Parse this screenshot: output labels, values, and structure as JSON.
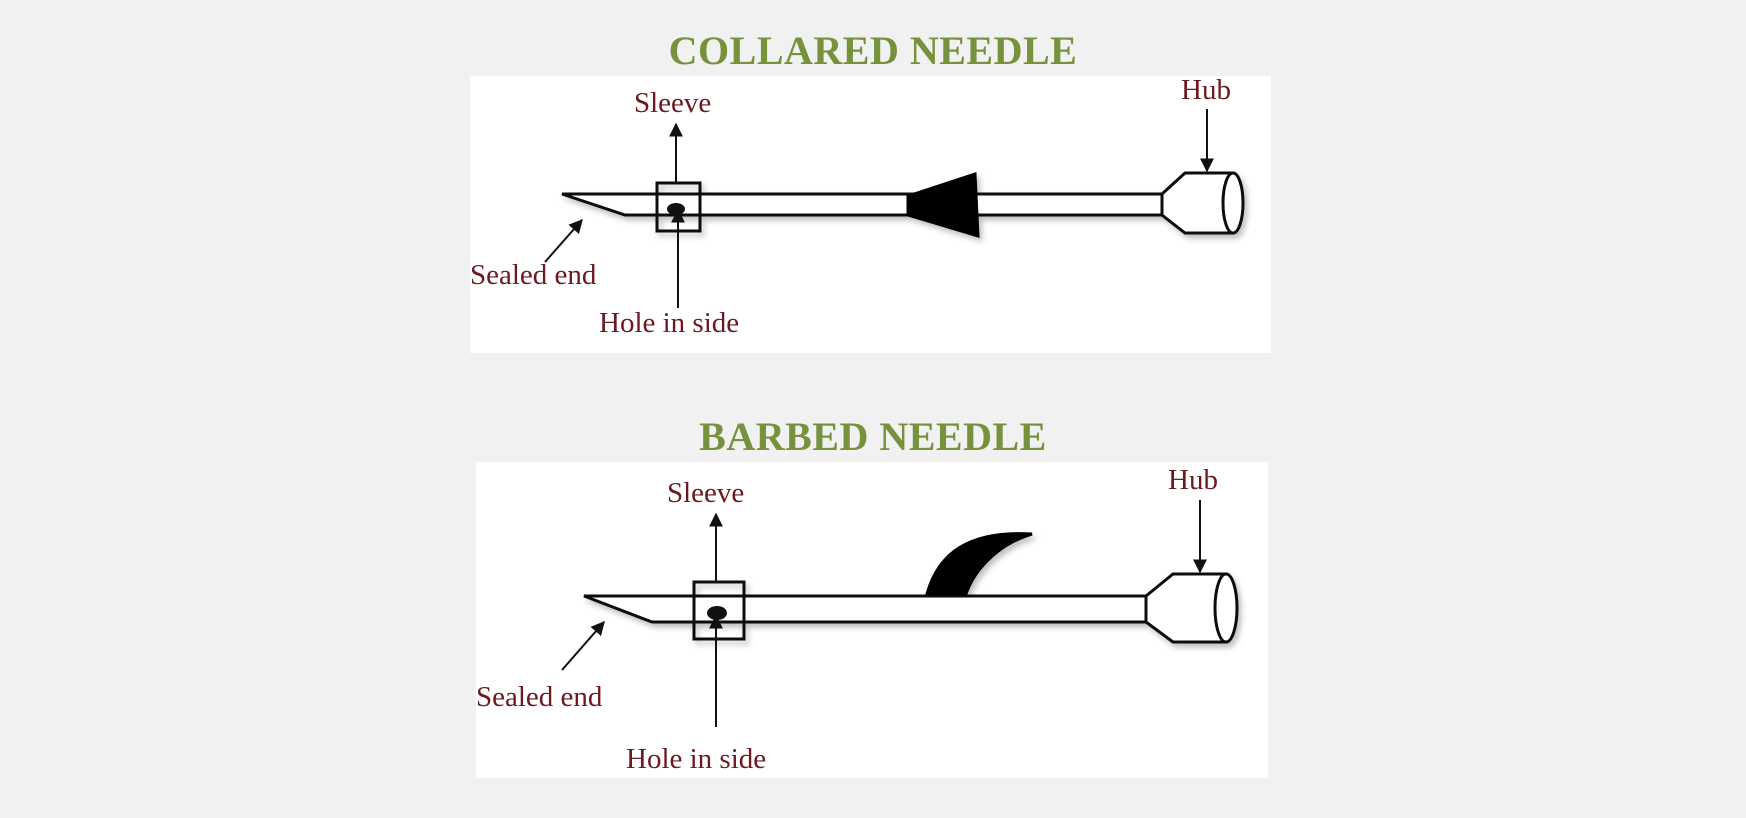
{
  "diagrams": [
    {
      "title": "COLLARED NEEDLE",
      "labels": {
        "sleeve": "Sleeve",
        "hub": "Hub",
        "sealed_end": "Sealed end",
        "hole_in_side": "Hole in side"
      }
    },
    {
      "title": "BARBED NEEDLE",
      "labels": {
        "sleeve": "Sleeve",
        "hub": "Hub",
        "sealed_end": "Sealed end",
        "hole_in_side": "Hole in side"
      }
    }
  ],
  "colors": {
    "title": "#76923c",
    "label": "#6b1a1f",
    "line": "#111111",
    "background": "#f1f1f1"
  }
}
